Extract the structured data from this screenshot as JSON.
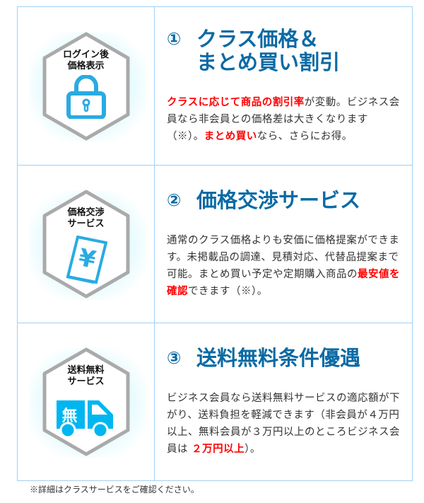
{
  "sections": [
    {
      "badge": [
        "ログイン後",
        "価格表示"
      ],
      "icon": "lock-icon",
      "number": "①",
      "title": [
        "クラス価格＆",
        "まとめ買い割引"
      ],
      "desc": [
        {
          "t": "クラスに応じて商品の割引率",
          "red": true
        },
        {
          "t": "が変動。ビジネス会員なら非会員との価格差は大きくなります（※）。"
        },
        {
          "t": "まとめ買い",
          "red": true
        },
        {
          "t": "なら、さらにお得。"
        }
      ]
    },
    {
      "badge": [
        "価格交渉",
        "サービス"
      ],
      "icon": "yen-document-icon",
      "number": "②",
      "title": [
        "価格交渉サービス"
      ],
      "desc": [
        {
          "t": "通常のクラス価格よりも安価に価格提案ができます。未掲載品の調達、見積対応、代替品提案まで可能。まとめ買い予定や定期購入商品の"
        },
        {
          "t": "最安値を確認",
          "red": true
        },
        {
          "t": "できます（※）。"
        }
      ]
    },
    {
      "badge": [
        "送料無料",
        "サービス"
      ],
      "icon": "delivery-truck-icon",
      "truck_label": "無",
      "number": "③",
      "title": [
        "送料無料条件優遇"
      ],
      "desc": [
        {
          "t": "ビジネス会員なら送料無料サービスの適応額が下がり、送料負担を軽減できます（非会員が４万円以上、無料会員が３万円以上のところビジネス会員は "
        },
        {
          "t": "２万円以上",
          "red": true
        },
        {
          "t": "）。"
        }
      ]
    }
  ],
  "footnote": "※詳細はクラスサービスをご確認ください。",
  "colors": {
    "title": "#0a6aa4",
    "accent": "#f00",
    "icon": "#29abe2",
    "truck": "#00b6f0"
  }
}
